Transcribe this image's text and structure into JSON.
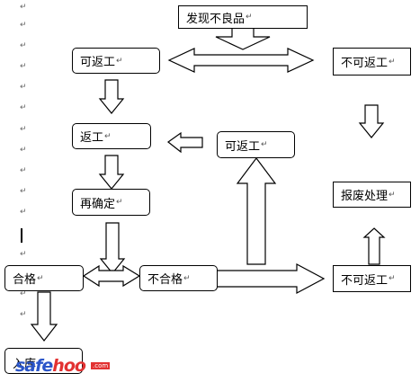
{
  "nodes": {
    "found_defect": "发现不良品",
    "reworkable_top": "可返工",
    "not_reworkable_top": "不可返工",
    "rework": "返工",
    "reworkable_mid": "可返工",
    "reconfirm": "再确定",
    "scrap": "报废处理",
    "qualified": "合格",
    "unqualified": "不合格",
    "not_reworkable_bottom": "不可返工",
    "warehouse": "入库"
  },
  "paragraph_mark": "↵",
  "watermark": {
    "part1": "safe",
    "part2": "hoo",
    "tld": ".com"
  }
}
